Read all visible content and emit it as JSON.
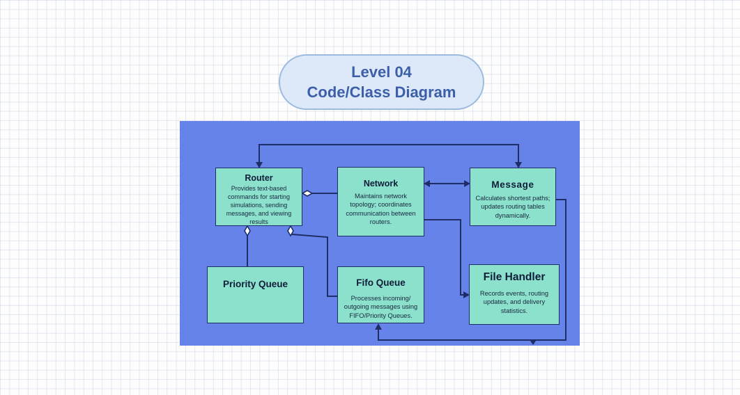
{
  "title": {
    "line1": "Level 04",
    "line2": "Code/Class Diagram"
  },
  "colors": {
    "canvas_grid": "#cdd4e2",
    "panel_fill": "#6583e9",
    "node_fill": "#8ce1cd",
    "node_border": "#1e2d66",
    "connector": "#1e2d66",
    "pill_fill": "#dde8f8",
    "pill_border": "#9cbade",
    "pill_text": "#3c5fa9"
  },
  "nodes": [
    {
      "id": "router",
      "title": "Router",
      "description": "Provides text-based commands for starting simulations, sending messages, and viewing results"
    },
    {
      "id": "network",
      "title": "Network",
      "description": "Maintains network topology; coordinates communication between routers."
    },
    {
      "id": "message",
      "title": "Message",
      "description": "Calculates shortest paths; updates routing tables dynamically."
    },
    {
      "id": "priority-queue",
      "title": "Priority Queue",
      "description": ""
    },
    {
      "id": "fifo-queue",
      "title": "Fifo Queue",
      "description": "Processes incoming/ outgoing messages using FIFO/Priority Queues."
    },
    {
      "id": "file-handler",
      "title": "File Handler",
      "description": "Records events, routing updates, and delivery statistics."
    }
  ],
  "edges": [
    {
      "from": "Router",
      "to": "Message",
      "type": "association",
      "arrows": "both-ends",
      "route": "over-top"
    },
    {
      "from": "Network",
      "to": "Router",
      "type": "aggregation",
      "diamond_at": "Router"
    },
    {
      "from": "Network",
      "to": "Message",
      "type": "association",
      "arrows": "both-ends"
    },
    {
      "from": "Network",
      "to": "File Handler",
      "type": "directed",
      "arrow_at": "File Handler"
    },
    {
      "from": "Priority Queue",
      "to": "Router",
      "type": "aggregation",
      "diamond_at": "Router"
    },
    {
      "from": "Fifo Queue",
      "to": "Router",
      "type": "aggregation",
      "diamond_at": "Router"
    },
    {
      "from": "Message",
      "to": "Fifo Queue",
      "type": "directed",
      "arrow_at": "Fifo Queue",
      "route": "right-side-and-bottom"
    }
  ]
}
